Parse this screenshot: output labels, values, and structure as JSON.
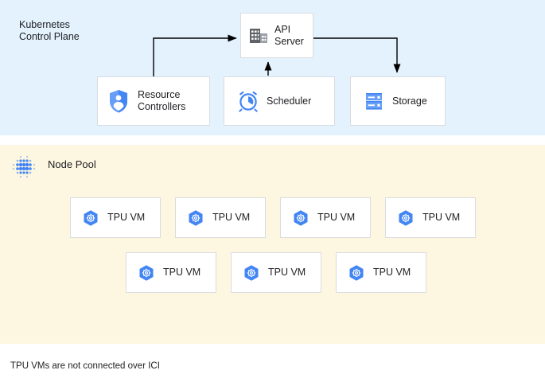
{
  "colors": {
    "control_plane_band": "#e3f2fd",
    "node_pool_band": "#fdf6e0",
    "box_fill": "#ffffff",
    "box_border": "#dadce0",
    "accent_blue": "#4285f4",
    "icon_gray": "#5f6368",
    "connector": "#000000",
    "text": "#202124"
  },
  "control_plane": {
    "title": "Kubernetes\nControl Plane",
    "boxes": [
      {
        "id": "api-server",
        "label": "API\nServer",
        "icon": "building-icon"
      },
      {
        "id": "resource-controllers",
        "label": "Resource\nControllers",
        "icon": "shield-user-icon"
      },
      {
        "id": "scheduler",
        "label": "Scheduler",
        "icon": "alarm-clock-icon"
      },
      {
        "id": "storage",
        "label": "Storage",
        "icon": "storage-icon"
      }
    ],
    "connectors": [
      {
        "from": "resource-controllers",
        "to": "api-server",
        "direction": "up-right"
      },
      {
        "from": "scheduler",
        "to": "api-server",
        "direction": "up"
      },
      {
        "from": "api-server",
        "to": "storage",
        "direction": "right-down"
      }
    ]
  },
  "node_pool": {
    "title": "Node Pool",
    "icon": "node-pool-dots-icon",
    "rows": [
      [
        {
          "label": "TPU VM",
          "icon": "tpu-vm-hex-icon"
        },
        {
          "label": "TPU VM",
          "icon": "tpu-vm-hex-icon"
        },
        {
          "label": "TPU VM",
          "icon": "tpu-vm-hex-icon"
        },
        {
          "label": "TPU VM",
          "icon": "tpu-vm-hex-icon"
        }
      ],
      [
        {
          "label": "TPU VM",
          "icon": "tpu-vm-hex-icon"
        },
        {
          "label": "TPU VM",
          "icon": "tpu-vm-hex-icon"
        },
        {
          "label": "TPU VM",
          "icon": "tpu-vm-hex-icon"
        }
      ]
    ]
  },
  "caption": "TPU VMs are not connected over ICI"
}
